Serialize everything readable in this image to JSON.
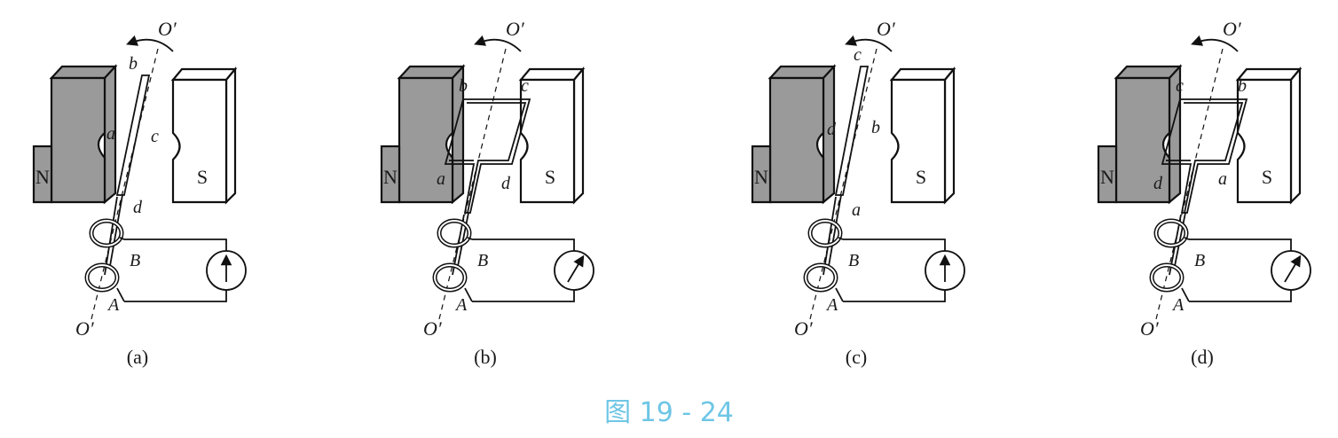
{
  "panels": [
    {
      "id": "a",
      "caption": "(a)",
      "magnet_north": "N",
      "magnet_south": "S",
      "axis_top": "O′",
      "axis_bottom": "O′",
      "ring_upper": "B",
      "ring_lower": "A",
      "coil_corners": [
        "b",
        "a",
        "c",
        "d"
      ],
      "coil_orientation": "edge-on",
      "meter_needle": "upright"
    },
    {
      "id": "b",
      "caption": "(b)",
      "magnet_north": "N",
      "magnet_south": "S",
      "axis_top": "O′",
      "axis_bottom": "O′",
      "ring_upper": "B",
      "ring_lower": "A",
      "coil_corners": [
        "b",
        "c",
        "a",
        "d"
      ],
      "coil_orientation": "face-on",
      "meter_needle": "tilted-right"
    },
    {
      "id": "c",
      "caption": "(c)",
      "magnet_north": "N",
      "magnet_south": "S",
      "axis_top": "O′",
      "axis_bottom": "O′",
      "ring_upper": "B",
      "ring_lower": "A",
      "coil_corners": [
        "c",
        "d",
        "b",
        "a"
      ],
      "coil_orientation": "edge-on",
      "meter_needle": "upright"
    },
    {
      "id": "d",
      "caption": "(d)",
      "magnet_north": "N",
      "magnet_south": "S",
      "axis_top": "O′",
      "axis_bottom": "O′",
      "ring_upper": "B",
      "ring_lower": "A",
      "coil_corners": [
        "c",
        "b",
        "d",
        "a"
      ],
      "coil_orientation": "face-on",
      "meter_needle": "tilted-right"
    }
  ],
  "figure_caption": "图 19 - 24",
  "colors": {
    "ink": "#111111",
    "north_face": "#9a9a9a",
    "caption": "#6ec6e6"
  }
}
